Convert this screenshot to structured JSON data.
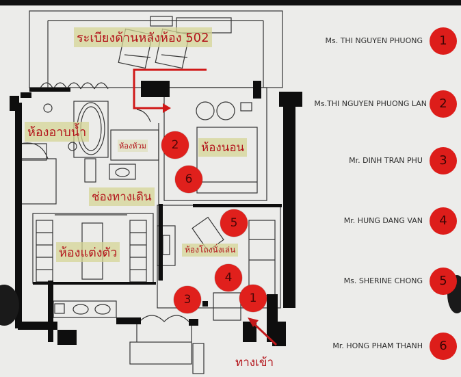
{
  "plan": {
    "title": "ระเบียงด้านหลังห้อง 502",
    "rooms": {
      "bathroom": "ห้องอาบน้ำ",
      "toilet": "ห้องห้วม",
      "bedroom": "ห้องนอน",
      "hallway": "ช่องทางเดิน",
      "dressing": "ห้องแต่งตัว",
      "living": "ห้องโถงนั่งเล่น"
    },
    "entrance": "ทางเข้า"
  },
  "markers": [
    "1",
    "2",
    "3",
    "4",
    "5",
    "6"
  ],
  "legend": [
    {
      "name": "Ms. THI NGUYEN PHUONG",
      "number": "1"
    },
    {
      "name": "Ms.THI NGUYEN PHUONG LAN",
      "number": "2"
    },
    {
      "name": "Mr. DINH TRAN PHU",
      "number": "3"
    },
    {
      "name": "Mr. HUNG DANG VAN",
      "number": "4"
    },
    {
      "name": "Ms. SHERINE CHONG",
      "number": "5"
    },
    {
      "name": "Mr. HONG PHAM THANH",
      "number": "6"
    }
  ],
  "colors": {
    "marker": "#e0201c",
    "label": "#b3141b",
    "arrow": "#d01818"
  }
}
